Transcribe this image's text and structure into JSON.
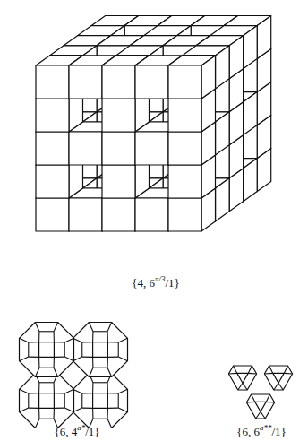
{
  "diagram": {
    "labels": [
      "{4, 6",
      "π/3",
      "/1}",
      "{6, 4",
      "a*",
      "/1}",
      "{6, 6",
      "a**",
      "/1}"
    ]
  }
}
